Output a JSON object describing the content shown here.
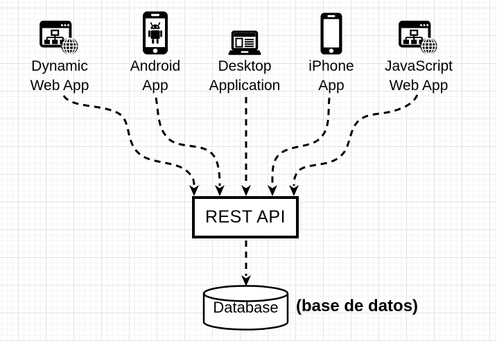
{
  "diagram": {
    "clients": [
      {
        "name": "dynamic-web-app",
        "icon": "browser-sitemap-globe-icon",
        "line1": "Dynamic",
        "line2": "Web App"
      },
      {
        "name": "android-app",
        "icon": "android-phone-icon",
        "line1": "Android",
        "line2": "App"
      },
      {
        "name": "desktop-application",
        "icon": "laptop-icon",
        "line1": "Desktop",
        "line2": "Application"
      },
      {
        "name": "iphone-app",
        "icon": "smartphone-icon",
        "line1": "iPhone",
        "line2": "App"
      },
      {
        "name": "javascript-web-app",
        "icon": "browser-sitemap-globe-icon",
        "line1": "JavaScript",
        "line2": "Web App"
      }
    ],
    "rest_api": {
      "label": "REST API"
    },
    "database": {
      "label": "Database",
      "annotation": "(base de datos)"
    },
    "colors": {
      "ink": "#000000",
      "background": "#ffffff",
      "grid_minor": "#f4f4f4",
      "grid_major": "#e4e4e4"
    }
  }
}
